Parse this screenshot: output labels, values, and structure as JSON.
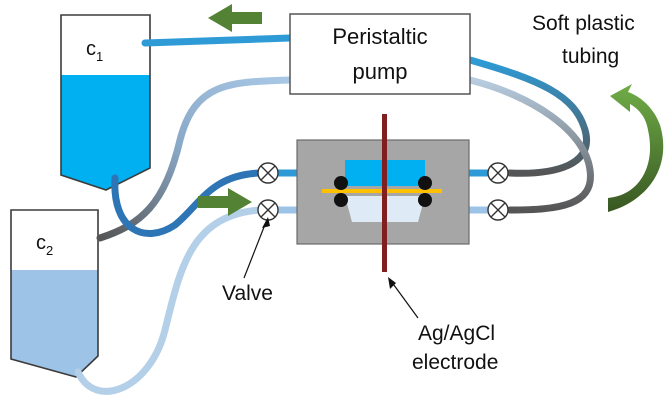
{
  "labels": {
    "c1_base": "c",
    "c1_sub": "1",
    "c2_base": "c",
    "c2_sub": "2",
    "pump_line1": "Peristaltic",
    "pump_line2": "pump",
    "tubing_line1": "Soft plastic",
    "tubing_line2": "tubing",
    "valve": "Valve",
    "electrode_line1": "Ag/AgCl",
    "electrode_line2": "electrode"
  },
  "colors": {
    "solution_c1": "#00b0f0",
    "solution_c2": "#9dc3e6",
    "tube_dark": "#1f77b4",
    "tube_light": "#bdd7ee",
    "cell_gray": "#a6a6a6",
    "electrode": "#7f1f1f",
    "arrow_green": "#548235",
    "membrane": "#ffc000"
  }
}
